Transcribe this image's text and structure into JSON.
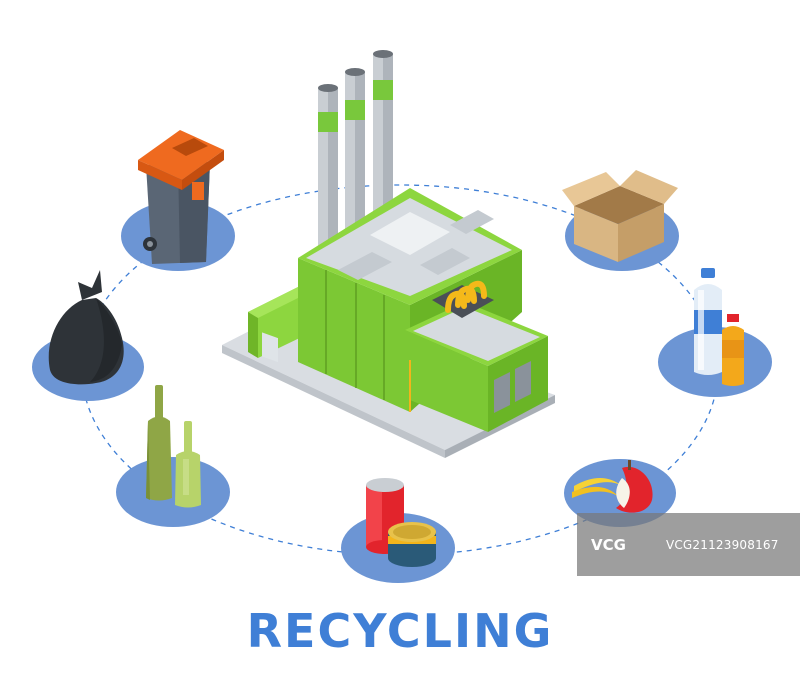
{
  "title": "RECYCLING",
  "watermark": {
    "logo": "VCG",
    "id": "VCG21123908167"
  },
  "colors": {
    "title": "#3f7fd6",
    "circle": "#6c95d4",
    "dash": "#3f7fd6",
    "factory_green": "#8dd63f",
    "roof": "#d6dbe0",
    "orange": "#ef6a1f",
    "bin_body": "#5a6675"
  },
  "items": [
    {
      "name": "waste-bin",
      "icon": "trash-bin-icon"
    },
    {
      "name": "garbage-bag",
      "icon": "garbage-bag-icon"
    },
    {
      "name": "glass-bottles",
      "icon": "glass-bottle-icon"
    },
    {
      "name": "metal-cans",
      "icon": "tin-can-icon"
    },
    {
      "name": "food-waste",
      "icon": "organic-waste-icon"
    },
    {
      "name": "plastic-bottles",
      "icon": "plastic-bottle-icon"
    },
    {
      "name": "cardboard-box",
      "icon": "cardboard-box-icon"
    }
  ]
}
